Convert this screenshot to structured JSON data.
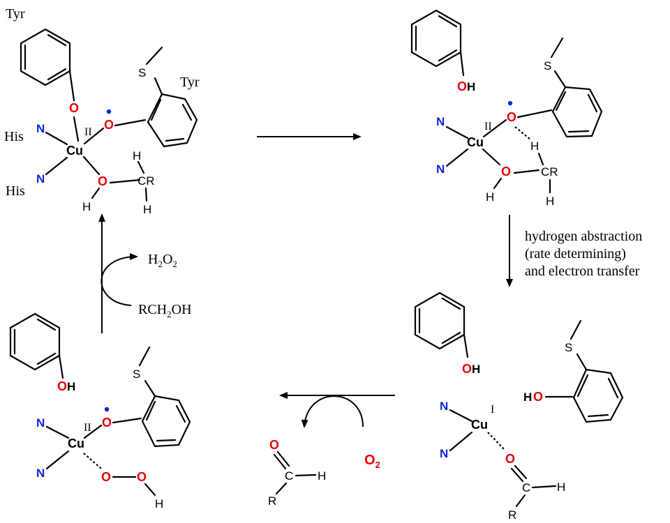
{
  "labels": {
    "tyr1": "Tyr",
    "tyr2": "Tyr",
    "his1": "His",
    "his2": "His",
    "h2o2": "H2O2",
    "rch2oh": "RCH2OH",
    "step_note_1": "hydrogen abstraction",
    "step_note_2": "(rate determining)",
    "step_note_3": "and electron transfer",
    "o2": "O2"
  },
  "atoms": {
    "O": "O",
    "N": "N",
    "Cu": "Cu",
    "S": "S",
    "H": "H",
    "R": "R",
    "C": "C",
    "CR": "CR",
    "OH": "OH",
    "HO": "HO",
    "ox_II": "II",
    "ox_I": "I"
  },
  "colors": {
    "oxygen": "#e8000b",
    "nitrogen": "#1024e0",
    "radical": "#1024e0",
    "bond": "#000000"
  }
}
